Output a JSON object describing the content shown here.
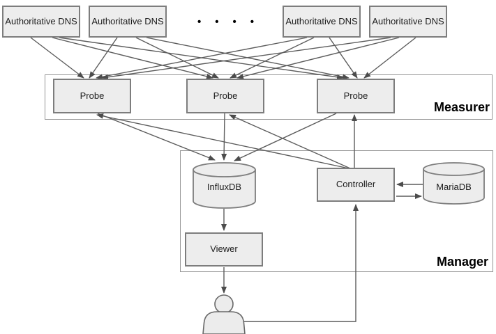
{
  "diagram": {
    "groups": {
      "measurer": {
        "label": "Measurer"
      },
      "manager": {
        "label": "Manager"
      }
    },
    "nodes": {
      "dns_1": {
        "label": "Authoritative DNS"
      },
      "dns_2": {
        "label": "Authoritative DNS"
      },
      "dns_3": {
        "label": "Authoritative DNS"
      },
      "dns_4": {
        "label": "Authoritative DNS"
      },
      "probe_1": {
        "label": "Probe"
      },
      "probe_2": {
        "label": "Probe"
      },
      "probe_3": {
        "label": "Probe"
      },
      "influxdb": {
        "label": "InfluxDB",
        "shape": "cylinder"
      },
      "controller": {
        "label": "Controller",
        "shape": "box"
      },
      "mariadb": {
        "label": "MariaDB",
        "shape": "cylinder"
      },
      "viewer": {
        "label": "Viewer",
        "shape": "box"
      },
      "user": {
        "icon": "person-icon"
      }
    },
    "ellipsis": "••••",
    "edges": [
      {
        "from": "dns_1",
        "to": "probe_1"
      },
      {
        "from": "dns_1",
        "to": "probe_2"
      },
      {
        "from": "dns_1",
        "to": "probe_3"
      },
      {
        "from": "dns_2",
        "to": "probe_1"
      },
      {
        "from": "dns_2",
        "to": "probe_2"
      },
      {
        "from": "dns_2",
        "to": "probe_3"
      },
      {
        "from": "dns_3",
        "to": "probe_1"
      },
      {
        "from": "dns_3",
        "to": "probe_2"
      },
      {
        "from": "dns_3",
        "to": "probe_3"
      },
      {
        "from": "dns_4",
        "to": "probe_1"
      },
      {
        "from": "dns_4",
        "to": "probe_2"
      },
      {
        "from": "dns_4",
        "to": "probe_3"
      },
      {
        "from": "probe_1",
        "to": "influxdb"
      },
      {
        "from": "probe_2",
        "to": "influxdb"
      },
      {
        "from": "probe_3",
        "to": "influxdb"
      },
      {
        "from": "controller",
        "to": "probe_1"
      },
      {
        "from": "controller",
        "to": "probe_2"
      },
      {
        "from": "controller",
        "to": "probe_3"
      },
      {
        "from": "influxdb",
        "to": "viewer"
      },
      {
        "from": "viewer",
        "to": "user"
      },
      {
        "from": "user",
        "to": "controller"
      },
      {
        "from": "mariadb",
        "to": "controller"
      },
      {
        "from": "controller",
        "to": "mariadb"
      }
    ],
    "colors": {
      "node_fill": "#ededed",
      "node_border": "#7d7d7d",
      "group_border": "#949494",
      "edge": "#5c5c5c",
      "arrowhead": "#4c4c4c",
      "text": "#1c1c1c"
    }
  }
}
